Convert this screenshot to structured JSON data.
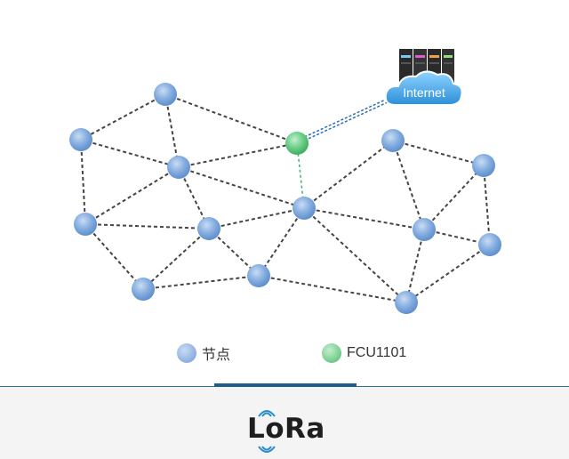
{
  "diagram": {
    "internet_label": "Internet",
    "node_color": "#7aa6dc",
    "gateway_color": "#5fc77b",
    "link_color": "#444444",
    "uplink_color": "#2e6fb8",
    "gateway_link_color": "#3cb371",
    "nodes": [
      {
        "id": "n1",
        "type": "node"
      },
      {
        "id": "n2",
        "type": "node"
      },
      {
        "id": "n3",
        "type": "node"
      },
      {
        "id": "n4",
        "type": "node"
      },
      {
        "id": "n5",
        "type": "node"
      },
      {
        "id": "n6",
        "type": "node"
      },
      {
        "id": "n7",
        "type": "node"
      },
      {
        "id": "n8",
        "type": "node"
      },
      {
        "id": "n9",
        "type": "node"
      },
      {
        "id": "n10",
        "type": "node"
      },
      {
        "id": "n11",
        "type": "node"
      },
      {
        "id": "n12",
        "type": "node"
      },
      {
        "id": "n13",
        "type": "node"
      },
      {
        "id": "gw",
        "type": "gateway"
      }
    ],
    "links": [
      [
        "n1",
        "n2"
      ],
      [
        "n1",
        "n3"
      ],
      [
        "n1",
        "gw"
      ],
      [
        "n2",
        "n3"
      ],
      [
        "n2",
        "n4"
      ],
      [
        "n3",
        "n4"
      ],
      [
        "n3",
        "n5"
      ],
      [
        "n3",
        "gw"
      ],
      [
        "n3",
        "n6"
      ],
      [
        "n4",
        "n5"
      ],
      [
        "n4",
        "n7"
      ],
      [
        "n5",
        "n7"
      ],
      [
        "n5",
        "n6"
      ],
      [
        "n5",
        "n8"
      ],
      [
        "n6",
        "n8"
      ],
      [
        "n6",
        "n9"
      ],
      [
        "n6",
        "n10"
      ],
      [
        "n6",
        "n11"
      ],
      [
        "n7",
        "n8"
      ],
      [
        "n8",
        "n11"
      ],
      [
        "n9",
        "n10"
      ],
      [
        "n9",
        "n12"
      ],
      [
        "n10",
        "n12"
      ],
      [
        "n10",
        "n11"
      ],
      [
        "n10",
        "n13"
      ],
      [
        "n12",
        "n13"
      ],
      [
        "n13",
        "n11"
      ]
    ],
    "gateway_link": [
      "gw",
      "n6"
    ]
  },
  "legend": {
    "node_label": "节点",
    "gateway_label": "FCU1101"
  },
  "footer": {
    "logo_text": "LoRa",
    "trademark": "™",
    "accent_color": "#1f5d8f"
  }
}
